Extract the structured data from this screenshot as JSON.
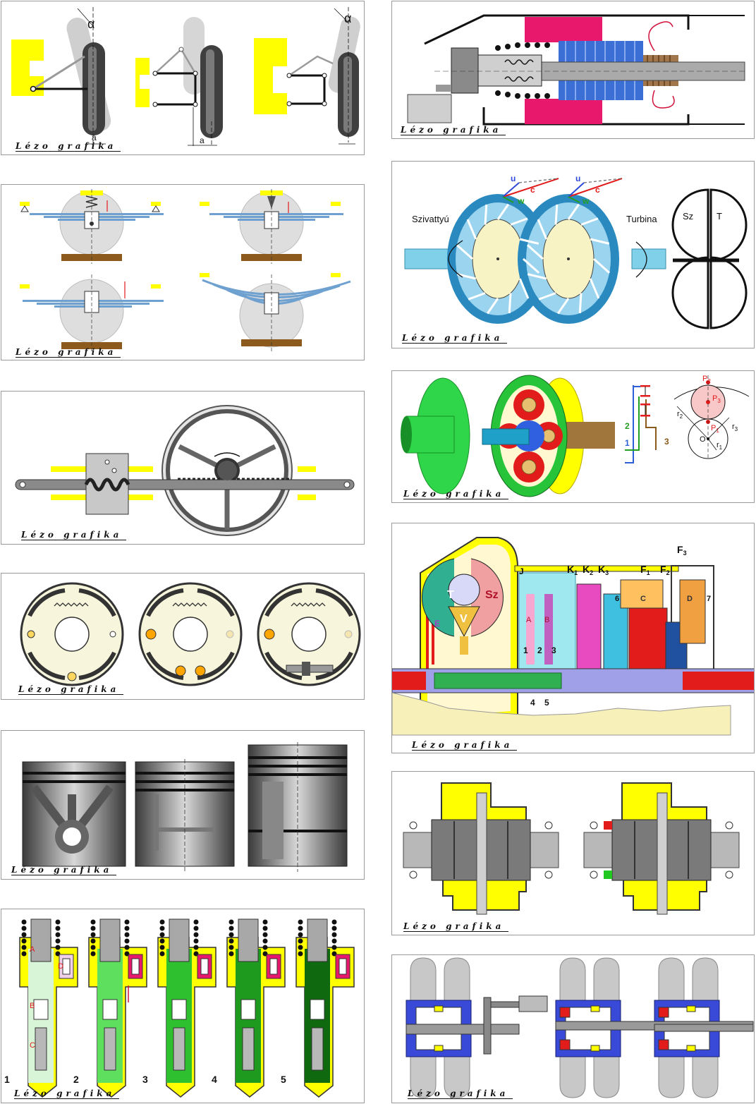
{
  "signature": "Lézo grafika",
  "colors": {
    "yellow": "#ffff00",
    "gray_dark": "#4a4a4a",
    "gray_mid": "#9a9a9a",
    "gray_light": "#d4d4d4",
    "magenta": "#e8186c",
    "blue": "#2f5fd8",
    "cyan": "#6fd0e8",
    "green": "#22c822",
    "red": "#e21b1b",
    "brown": "#8b5a1c"
  },
  "suspension": {
    "alpha": "α",
    "a": "a"
  },
  "converter": {
    "pump": "Szivattyú",
    "turbine": "Turbina",
    "sz": "Sz",
    "t": "T",
    "u": "u",
    "c": "c",
    "w": "w"
  },
  "planetary": {
    "legend": [
      "1",
      "2",
      "3"
    ],
    "points": [
      "P",
      "P",
      "P",
      "r",
      "r",
      "r",
      "O"
    ],
    "subs": [
      "2",
      "3",
      "1",
      "2",
      "3",
      "1"
    ]
  },
  "transmission": {
    "T": "T",
    "Sz": "Sz",
    "V": "V",
    "J": "J",
    "E": "E",
    "A": "A",
    "B": "B",
    "K": "K",
    "F": "F",
    "k_subs": [
      "1",
      "2",
      "3"
    ],
    "f_subs": [
      "1",
      "2",
      "3"
    ],
    "ports_top": [
      "1",
      "2",
      "3"
    ],
    "ports_bottom": [
      "4",
      "5"
    ],
    "C": "C",
    "D": "D",
    "six": "6",
    "seven": "7"
  },
  "injector": {
    "steps": [
      "1",
      "2",
      "3",
      "4",
      "5"
    ],
    "letters": [
      "A",
      "B",
      "C",
      "D"
    ]
  }
}
